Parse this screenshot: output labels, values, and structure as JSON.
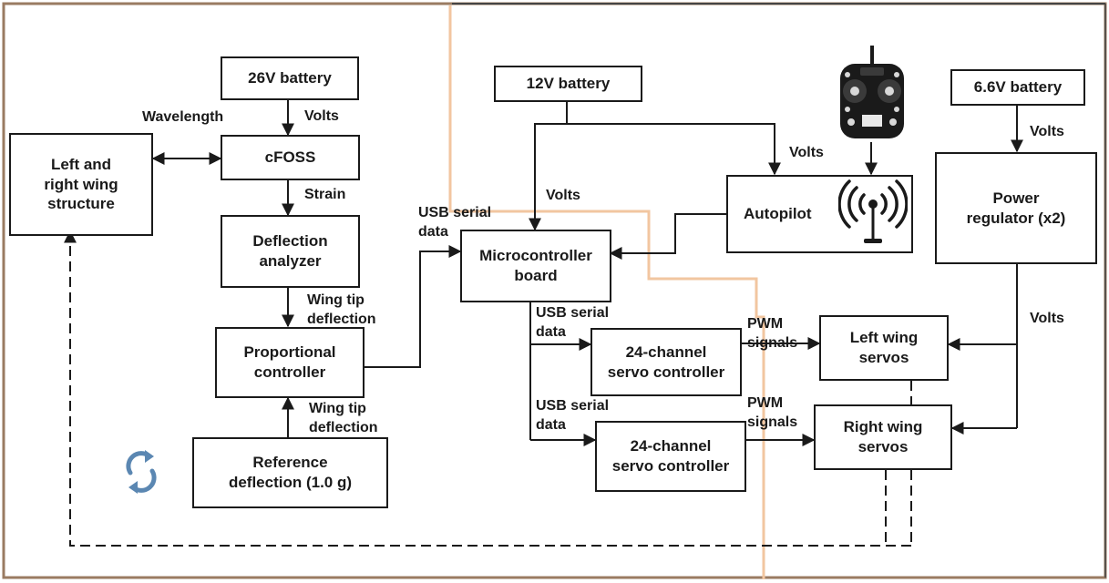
{
  "colors": {
    "frame_brown": "#9a7b62",
    "overlay_orange": "#f2c6a0",
    "ink": "#1a1a1a",
    "refresh_blue": "#5b87b2"
  },
  "blocks": {
    "battery_26v": "26V battery",
    "cfoss": "cFOSS",
    "wing_structure": "Left and\nright wing\nstructure",
    "deflection_analyzer": "Deflection\nanalyzer",
    "proportional_controller": "Proportional\ncontroller",
    "reference_deflection": "Reference\ndeflection (1.0 g)",
    "battery_12v": "12V battery",
    "microcontroller": "Microcontroller\nboard",
    "autopilot": "Autopilot",
    "battery_6v6": "6.6V battery",
    "power_regulator": "Power\nregulator (x2)",
    "servo_controller_top": "24-channel\nservo controller",
    "servo_controller_bottom": "24-channel\nservo controller",
    "left_wing_servos": "Left wing\nservos",
    "right_wing_servos": "Right wing\nservos"
  },
  "labels": {
    "wavelength": "Wavelength",
    "volts_cfoss": "Volts",
    "strain": "Strain",
    "wing_tip_top": "Wing tip\ndeflection",
    "wing_tip_bottom": "Wing tip\ndeflection",
    "usb_serial_main": "USB serial\ndata",
    "volts_mcu": "Volts",
    "volts_autopilot": "Volts",
    "volts_regulator": "Volts",
    "volts_servos": "Volts",
    "usb_serial_top": "USB serial\ndata",
    "usb_serial_bottom": "USB serial\ndata",
    "pwm_top": "PWM\nsignals",
    "pwm_bottom": "PWM\nsignals"
  },
  "icons": {
    "transmitter": "rc-transmitter-icon",
    "antenna": "wireless-antenna-icon",
    "refresh": "refresh-cycle-icon"
  }
}
